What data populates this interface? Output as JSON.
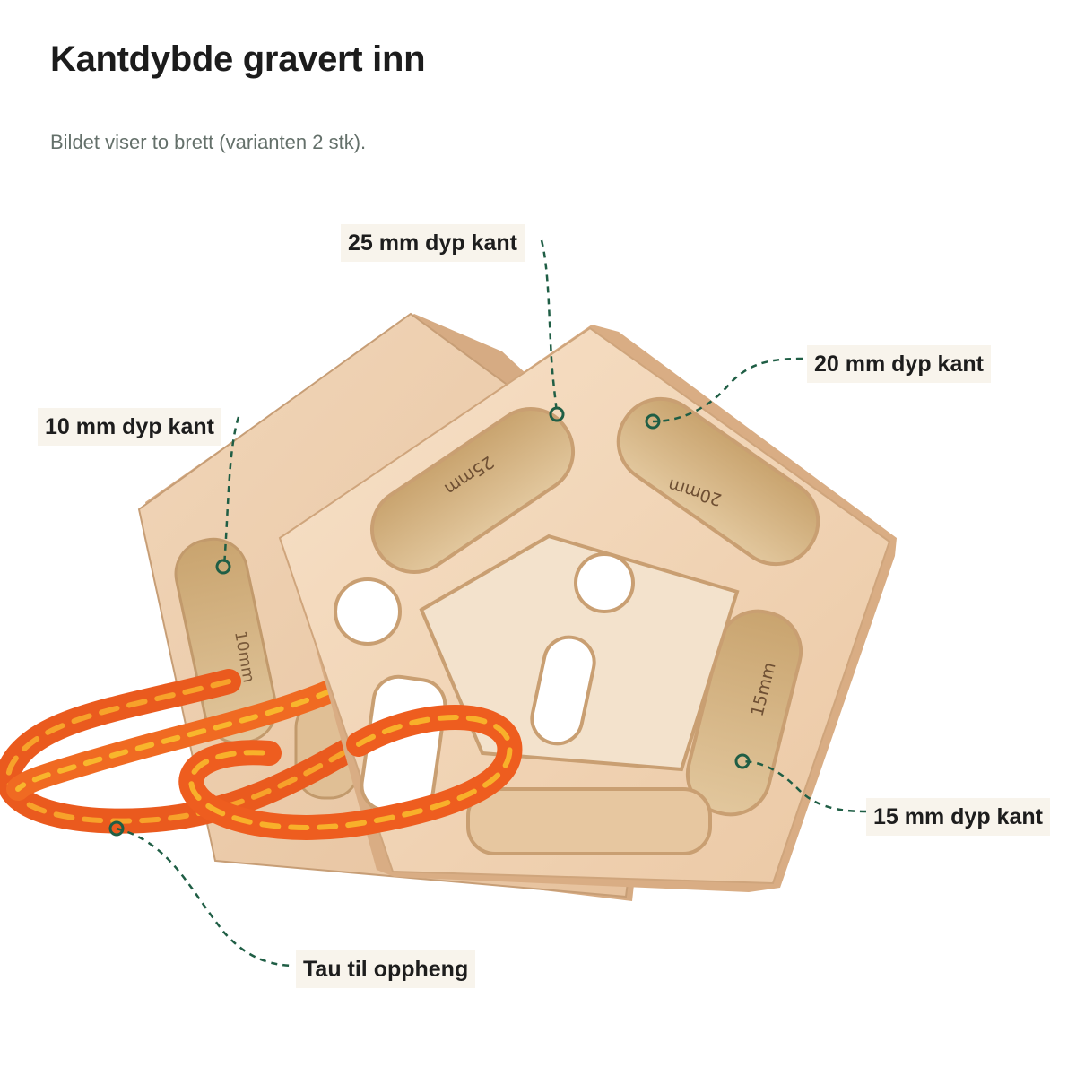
{
  "header": {
    "title": "Kantdybde gravert inn",
    "subtitle": "Bildet viser to brett (varianten 2 stk)."
  },
  "engravings": {
    "edge_25": "25mm",
    "edge_20": "20mm",
    "edge_15": "15mm",
    "edge_10": "10mm"
  },
  "callouts": {
    "edge_25": "25 mm dyp kant",
    "edge_20": "20 mm dyp kant",
    "edge_10": "10 mm dyp kant",
    "edge_15": "15 mm dyp kant",
    "rope": "Tau til oppheng"
  },
  "colors": {
    "wood_light": "#f2d8bd",
    "wood_face": "#eccdab",
    "wood_side": "#d9b08a",
    "wood_recess": "#d7b98c",
    "rope_orange": "#f26522",
    "rope_yellow": "#f7b21e",
    "leader_green": "#1f5e45",
    "callout_bg": "#f8f4ec"
  }
}
